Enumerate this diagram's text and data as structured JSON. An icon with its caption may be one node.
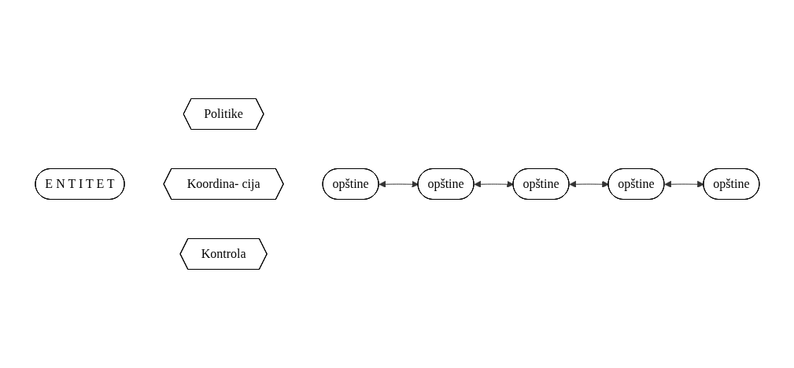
{
  "diagram": {
    "nodes": [
      {
        "text": [
          "E N T I T E T"
        ]
      },
      {
        "text": [
          "Politike"
        ]
      },
      {
        "text": [
          "Koordina- cija"
        ]
      },
      {
        "text": [
          "Kontrola"
        ]
      },
      {
        "text": [
          "opštine"
        ]
      },
      {
        "text": [
          "opštine"
        ]
      },
      {
        "text": [
          "opštine"
        ]
      },
      {
        "text": [
          "opštine"
        ]
      },
      {
        "text": [
          "opštine"
        ]
      }
    ],
    "edges": [
      {
        "from": 4,
        "to": 5,
        "arrow": "both"
      },
      {
        "from": 5,
        "to": 6,
        "arrow": "both"
      },
      {
        "from": 6,
        "to": 7,
        "arrow": "both"
      },
      {
        "from": 7,
        "to": 8,
        "arrow": "both"
      }
    ]
  }
}
